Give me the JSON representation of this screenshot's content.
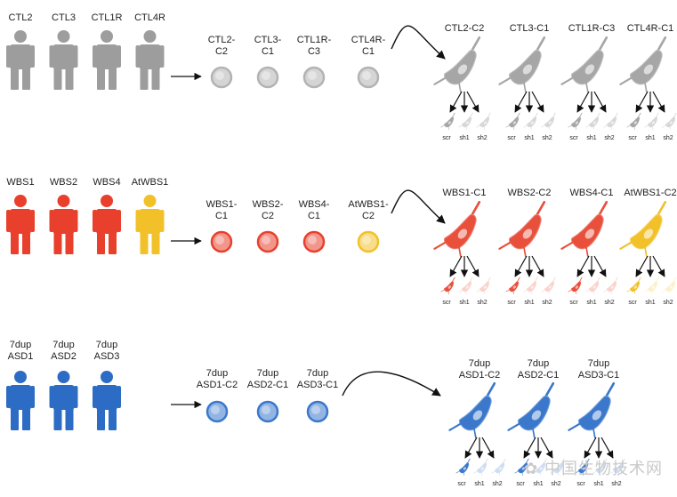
{
  "rows": [
    {
      "id": "ctl",
      "people": [
        "CTL2",
        "CTL3",
        "CTL1R",
        "CTL4R"
      ],
      "colors": [
        "#9d9d9d",
        "#9d9d9d",
        "#9d9d9d",
        "#9d9d9d"
      ],
      "clones": [
        "CTL2-C2",
        "CTL3-C1",
        "CTL1R-C3",
        "CTL4R-C1"
      ],
      "clone_colors": [
        "#b3b3b3",
        "#b3b3b3",
        "#b3b3b3",
        "#b3b3b3"
      ],
      "neurons": [
        "CTL2-C2",
        "CTL3-C1",
        "CTL1R-C3",
        "CTL4R-C1"
      ],
      "neuron_colors": [
        "#a6a6a6",
        "#a6a6a6",
        "#a6a6a6",
        "#a6a6a6"
      ]
    },
    {
      "id": "wbs",
      "people": [
        "WBS1",
        "WBS2",
        "WBS4",
        "AtWBS1"
      ],
      "colors": [
        "#e8402c",
        "#e8402c",
        "#e8402c",
        "#f2c12a"
      ],
      "clones": [
        "WBS1-C1",
        "WBS2-C2",
        "WBS4-C1",
        "AtWBS1-C2"
      ],
      "clone_colors": [
        "#e8402c",
        "#e8402c",
        "#e8402c",
        "#f2c12a"
      ],
      "neurons": [
        "WBS1-C1",
        "WBS2-C2",
        "WBS4-C1",
        "AtWBS1-C2"
      ],
      "neuron_colors": [
        "#e8503c",
        "#e8503c",
        "#e8503c",
        "#f2c12a"
      ]
    },
    {
      "id": "dup",
      "people": [
        "7dup ASD1",
        "7dup ASD2",
        "7dup ASD3"
      ],
      "colors": [
        "#2d6cc4",
        "#2d6cc4",
        "#2d6cc4"
      ],
      "clones": [
        "7dup ASD1-C2",
        "7dup ASD2-C1",
        "7dup ASD3-C1"
      ],
      "clone_colors": [
        "#3b78cc",
        "#3b78cc",
        "#3b78cc"
      ],
      "neurons": [
        "7dup ASD1-C2",
        "7dup ASD2-C1",
        "7dup ASD3-C1"
      ],
      "neuron_colors": [
        "#3b78cc",
        "#3b78cc",
        "#3b78cc"
      ]
    }
  ],
  "sub_labels": [
    "scr",
    "sh1",
    "sh2"
  ],
  "watermark": "中国生物技术网",
  "icons": {
    "person": "person-icon",
    "colony": "cell-colony-icon",
    "neuron": "neuron-icon",
    "arrow": "arrow-icon"
  }
}
